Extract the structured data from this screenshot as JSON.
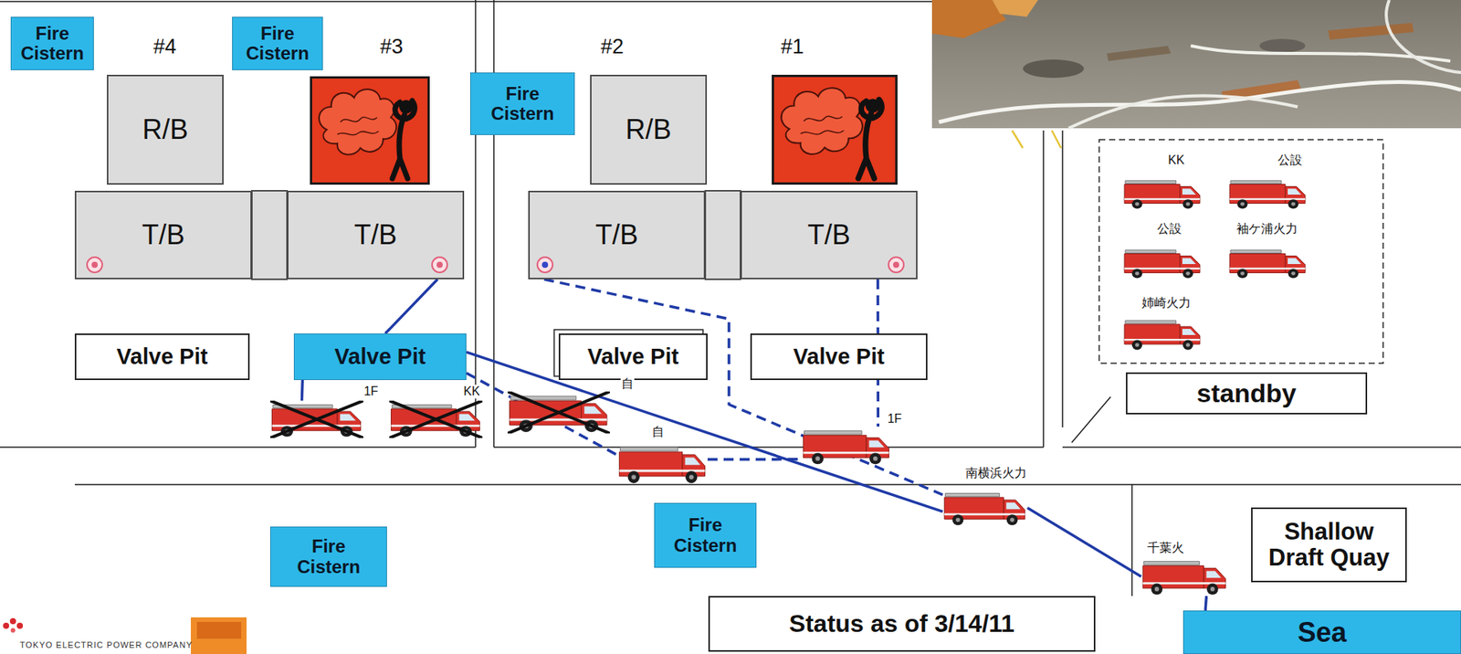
{
  "diagram": {
    "nodes": [
      {
        "text": [
          "Fire Cistern"
        ]
      },
      {
        "text": [
          "Fire Cistern"
        ]
      },
      {
        "text": [
          "Fire Cistern"
        ]
      },
      {
        "text": [
          "R/B"
        ]
      },
      {
        "text": [
          "R/B"
        ]
      },
      {
        "text": [
          "T/B"
        ]
      },
      {
        "text": [
          "T/B"
        ]
      },
      {
        "text": [
          "T/B"
        ]
      },
      {
        "text": [
          "T/B"
        ]
      },
      {
        "text": [
          "KK"
        ]
      },
      {
        "text": [
          "公設"
        ]
      },
      {
        "text": [
          "公設"
        ]
      },
      {
        "text": [
          "袖ケ浦火力"
        ]
      },
      {
        "text": [
          "姉崎火力"
        ]
      },
      {
        "text": [
          "Valve Pit"
        ]
      },
      {
        "text": [
          "Valve Pit"
        ]
      },
      {
        "text": [
          "Valve Pit"
        ]
      },
      {
        "text": [
          "Valve Pit"
        ]
      },
      {
        "text": [
          "standby"
        ]
      },
      {
        "text": [
          "1F"
        ]
      },
      {
        "text": [
          "KK"
        ]
      },
      {
        "text": [
          "自"
        ]
      },
      {
        "text": [
          "1F"
        ]
      },
      {
        "text": [
          "自"
        ]
      },
      {
        "text": [
          "南横浜火力"
        ]
      },
      {
        "text": [
          "Fire Cistern"
        ]
      },
      {
        "text": [
          "Fire Cistern"
        ]
      },
      {
        "text": [
          "Shallow Draft Quay"
        ]
      },
      {
        "text": [
          "千葉火"
        ]
      },
      {
        "text": [
          "Status as of 3/14/11"
        ]
      },
      {
        "text": [
          "Sea"
        ]
      }
    ],
    "edges": [
      {
        "from": 6,
        "to": 15,
        "arrow": "none"
      },
      {
        "from": 15,
        "to": 19,
        "arrow": "none"
      },
      {
        "from": 15,
        "to": 24,
        "arrow": "none"
      },
      {
        "from": 24,
        "to": 28,
        "arrow": "none"
      },
      {
        "from": 28,
        "to": 30,
        "arrow": "none"
      },
      {
        "from": 15,
        "to": 23,
        "arrow": "none"
      },
      {
        "from": 23,
        "to": 22,
        "arrow": "none"
      },
      {
        "from": 7,
        "to": 24,
        "arrow": "none"
      },
      {
        "from": 8,
        "to": 22,
        "arrow": "none"
      }
    ],
    "labels": [
      "#4",
      "#3",
      "#2",
      "#1",
      "TOKYO ELECTRIC POWER COMPANY"
    ]
  }
}
